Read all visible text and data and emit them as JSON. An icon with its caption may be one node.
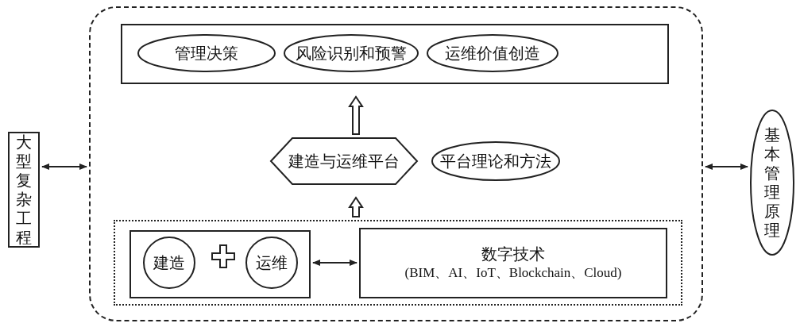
{
  "diagram": {
    "nodes": [
      {
        "text": [],
        "shape": "box"
      },
      {
        "text": [],
        "shape": "box",
        "in": 0
      },
      {
        "text": [
          "管理决策"
        ],
        "in": 1
      },
      {
        "text": [
          "风险识别和预警"
        ],
        "in": 1
      },
      {
        "text": [
          "运维价值创造"
        ],
        "in": 1
      },
      {
        "text": [
          "建造与运维平台"
        ],
        "in": 0
      },
      {
        "text": [
          "平台理论和方法"
        ],
        "in": 0
      },
      {
        "text": [],
        "shape": "box",
        "in": 0
      },
      {
        "text": [],
        "shape": "box",
        "in": 7
      },
      {
        "text": [
          "建造"
        ],
        "in": 8
      },
      {
        "text": [
          "运维"
        ],
        "in": 8
      },
      {
        "text": [
          "数字技术",
          "(BIM、AI、IoT、Blockchain、Cloud)"
        ],
        "in": 7
      },
      {
        "text": [
          "大型复杂工程"
        ]
      },
      {
        "text": [
          "基本管理原理"
        ]
      }
    ],
    "edges": [
      {
        "from": 12,
        "to": 0,
        "arrow": "both"
      },
      {
        "from": 0,
        "to": 13,
        "arrow": "both"
      },
      {
        "from": 8,
        "to": 11,
        "arrow": "both"
      },
      {
        "from": 7,
        "to": 5,
        "arrow": "to",
        "style": "thick"
      },
      {
        "from": 5,
        "to": 1,
        "arrow": "to",
        "style": "thick"
      }
    ]
  }
}
